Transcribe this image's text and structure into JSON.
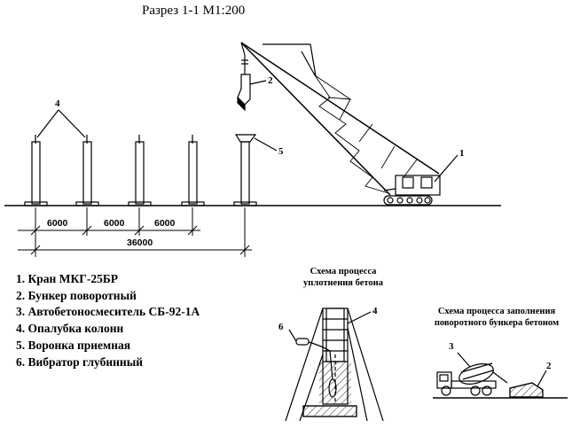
{
  "title": "Разрез 1-1  М1:200",
  "legend": [
    "1. Кран МКГ-25БР",
    "2. Бункер поворотный",
    "3. Автобетоносмеситель СБ-92-1А",
    "4. Опалубка колонн",
    "5. Воронка приемная",
    "6. Вибратор глубинный"
  ],
  "captions": {
    "compaction": [
      "Схема процесса",
      "уплотнения бетона"
    ],
    "filling": [
      "Схема процесса заполнения",
      "поворотного бункера бетоном"
    ]
  },
  "callouts": {
    "c1": "1",
    "c2": "2",
    "c4": "4",
    "c5": "5",
    "s6": "6",
    "s4": "4",
    "f3": "3",
    "f2": "2"
  },
  "dimensions": {
    "span1": "6000",
    "span2": "6000",
    "span3": "6000",
    "total": "36000"
  }
}
